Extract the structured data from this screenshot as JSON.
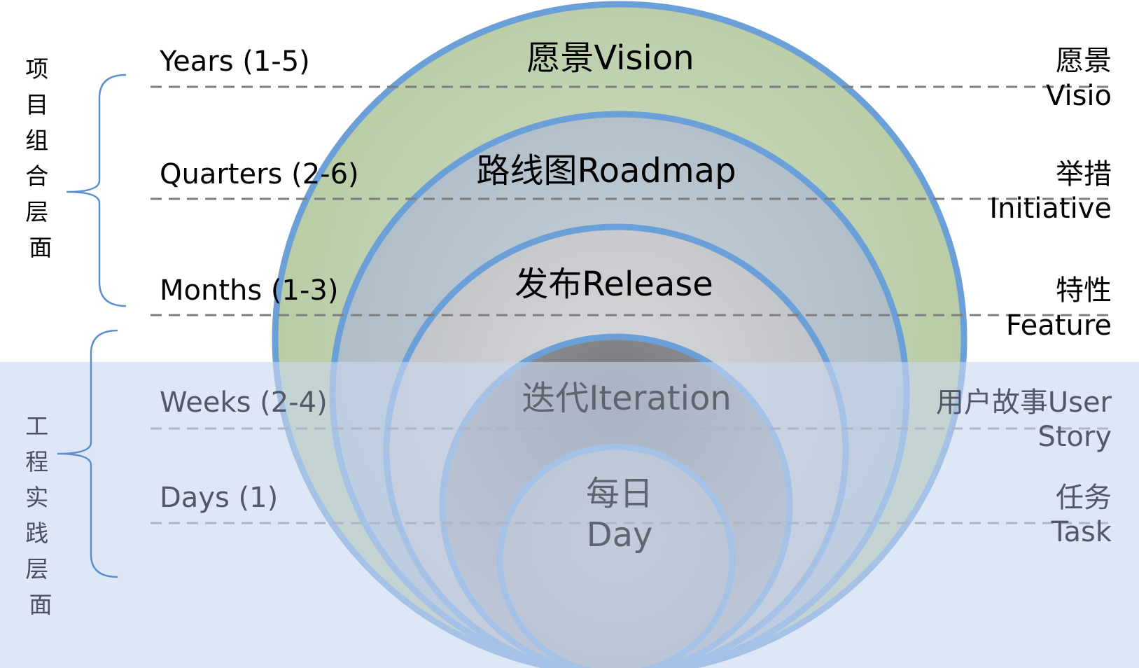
{
  "left_groups": {
    "portfolio": "项目组合层面",
    "engineering": "工程实践层面"
  },
  "time_labels": [
    "Years (1-5)",
    "Quarters (2-6)",
    "Months (1-3)",
    "Weeks (2-4)",
    "Days (1)"
  ],
  "levels": [
    "愿景Vision",
    "路线图Roadmap",
    "发布Release",
    "迭代Iteration"
  ],
  "day_level": [
    "每日",
    "Day"
  ],
  "right_labels": [
    [
      "愿景",
      "Visio"
    ],
    [
      "举措",
      "Initiative"
    ],
    [
      "特性",
      "Feature"
    ],
    [
      "用户故事User",
      "Story"
    ],
    [
      "任务",
      "Task"
    ]
  ],
  "colors": {
    "vision_fill": "#bcd0ad",
    "roadmap_fill": "#b3c1cc",
    "release_fill": "#c7c9cc",
    "iteration_fill": "#8c8e93",
    "ring_stroke": "#6b9fd8",
    "overlay": "#c9d8ef",
    "bracket": "#5b8fcf",
    "dash": "#7f7f7f"
  }
}
